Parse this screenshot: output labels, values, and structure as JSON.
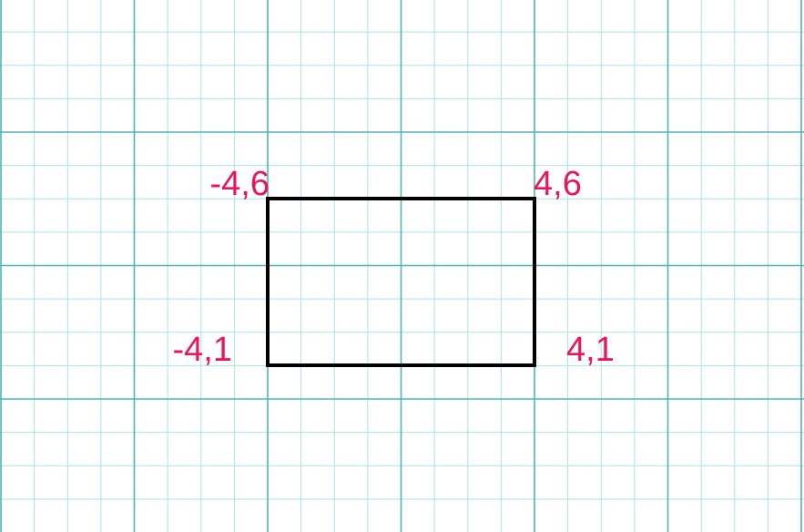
{
  "colors": {
    "background": "#ffffff",
    "grid_minor": "#a9e3e6",
    "grid_major": "#4eb5b8",
    "shape_stroke": "#000000",
    "label": "#e8175d"
  },
  "grid": {
    "minor_per_major": 4
  },
  "rectangle": {
    "corners": [
      {
        "id": "top-left",
        "label": "-4,6"
      },
      {
        "id": "top-right",
        "label": "4,6"
      },
      {
        "id": "bottom-left",
        "label": "-4,1"
      },
      {
        "id": "bottom-right",
        "label": "4,1"
      }
    ]
  }
}
